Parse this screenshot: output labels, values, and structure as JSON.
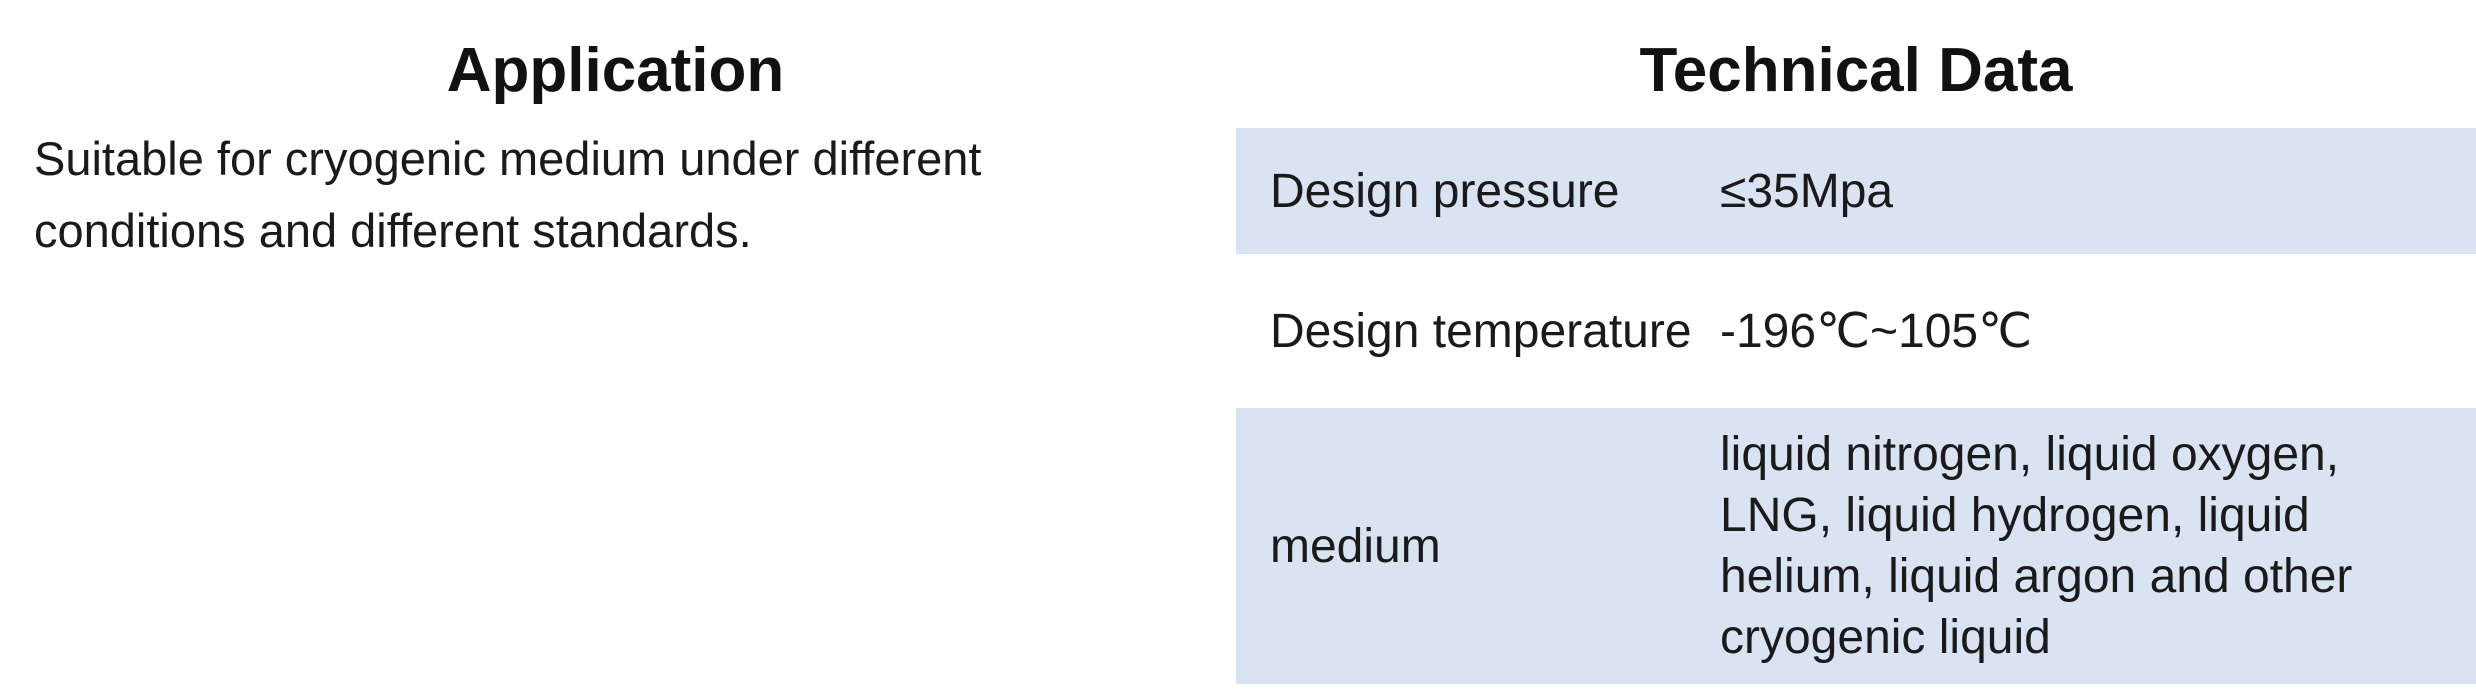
{
  "application": {
    "heading": "Application",
    "text": "Suitable for cryogenic medium under different conditions and different standards."
  },
  "technical_data": {
    "heading": "Technical Data",
    "rows": [
      {
        "label": "Design pressure",
        "value": "≤35Mpa"
      },
      {
        "label": "Design temperature",
        "value": "-196℃~105℃"
      },
      {
        "label": "medium",
        "value": "liquid nitrogen, liquid oxygen, LNG, liquid hydrogen, liquid helium, liquid argon and other cryogenic liquid"
      }
    ]
  },
  "colors": {
    "shaded_row": "#d9e3f2",
    "text": "#1a1a1a"
  }
}
